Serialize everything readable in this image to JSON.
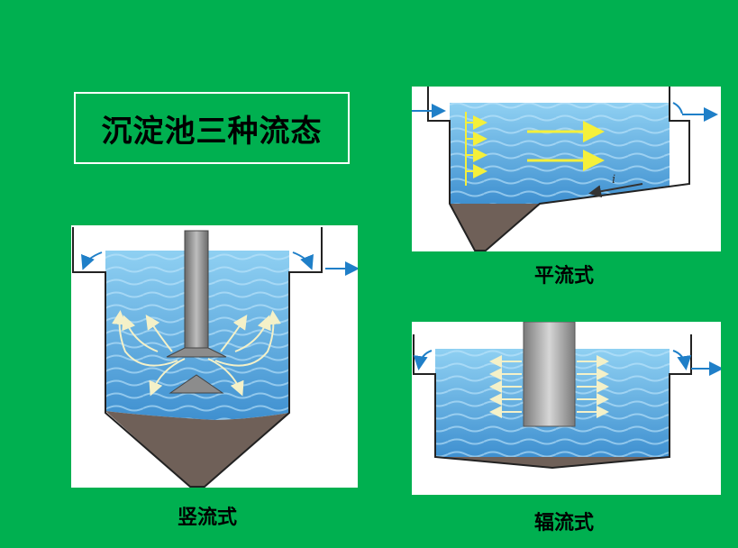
{
  "title": "沉淀池三种流态",
  "captions": {
    "horizontal": "平流式",
    "vertical": "竖流式",
    "radial": "辐流式"
  },
  "labels": {
    "slope_symbol": "i"
  },
  "colors": {
    "background": "#00b050",
    "water": "#4a9fd8",
    "sludge": "#6f6058",
    "flow_arrow_yellow": "#f5f03a",
    "flow_arrow_cream": "#f4f1c8",
    "outflow_arrow": "#1f7fc8",
    "column": "#8c8c8c"
  }
}
